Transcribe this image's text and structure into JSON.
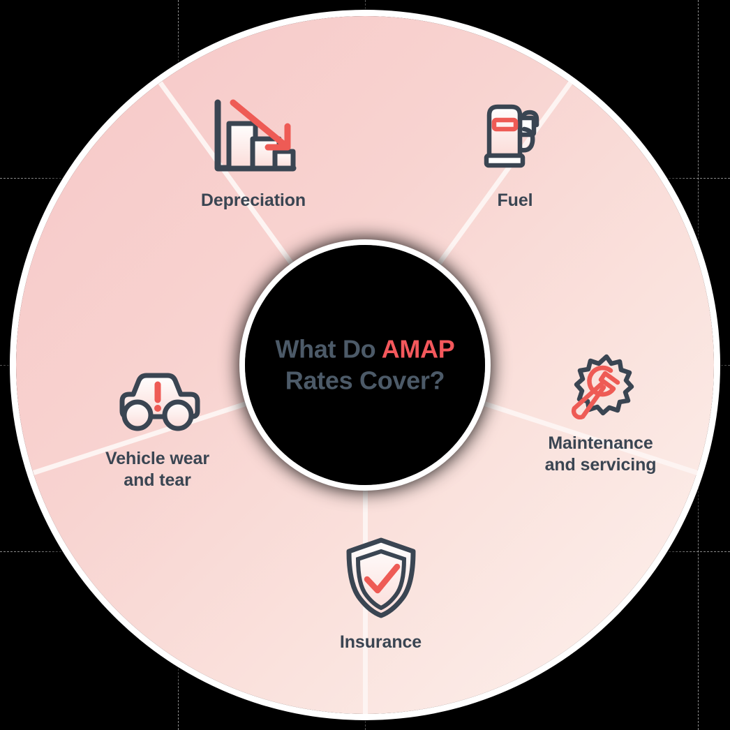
{
  "canvas": {
    "background_color": "#000000",
    "guide_color": "#ffffff"
  },
  "center": {
    "title_line1_plain": "What Do ",
    "title_line1_accent": "AMAP",
    "title_line2": "Rates Cover?",
    "text_color": "#4c5a68",
    "accent_color": "#f4585c"
  },
  "ring": {
    "segment_count": 5,
    "gradient_from": "#f6c7c7",
    "gradient_to": "#fdf2ee",
    "divider_color": "#fdf4f2",
    "rim_color": "#ffffff"
  },
  "chart_data": {
    "type": "pie",
    "title": "What Do AMAP Rates Cover?",
    "categories": [
      "Depreciation",
      "Fuel",
      "Maintenance and servicing",
      "Insurance",
      "Vehicle wear and tear"
    ],
    "values": [
      20,
      20,
      20,
      20,
      20
    ],
    "legend": "none",
    "grid": false
  },
  "items": [
    {
      "id": "depreciation",
      "label": "Depreciation",
      "icon": "declining-bar-chart-icon",
      "icon_color": "#3a4552",
      "accent_color": "#ee5b55"
    },
    {
      "id": "fuel",
      "label": "Fuel",
      "icon": "fuel-pump-icon",
      "icon_color": "#3a4552",
      "accent_color": "#ee5b55"
    },
    {
      "id": "maintenance",
      "label": "Maintenance\nand servicing",
      "icon": "gear-wrench-icon",
      "icon_color": "#3a4552",
      "accent_color": "#ee5b55"
    },
    {
      "id": "insurance",
      "label": "Insurance",
      "icon": "shield-check-icon",
      "icon_color": "#3a4552",
      "accent_color": "#ee5b55"
    },
    {
      "id": "vehicle-wear",
      "label": "Vehicle wear\nand tear",
      "icon": "car-alert-icon",
      "icon_color": "#3a4552",
      "accent_color": "#ee5b55"
    }
  ]
}
